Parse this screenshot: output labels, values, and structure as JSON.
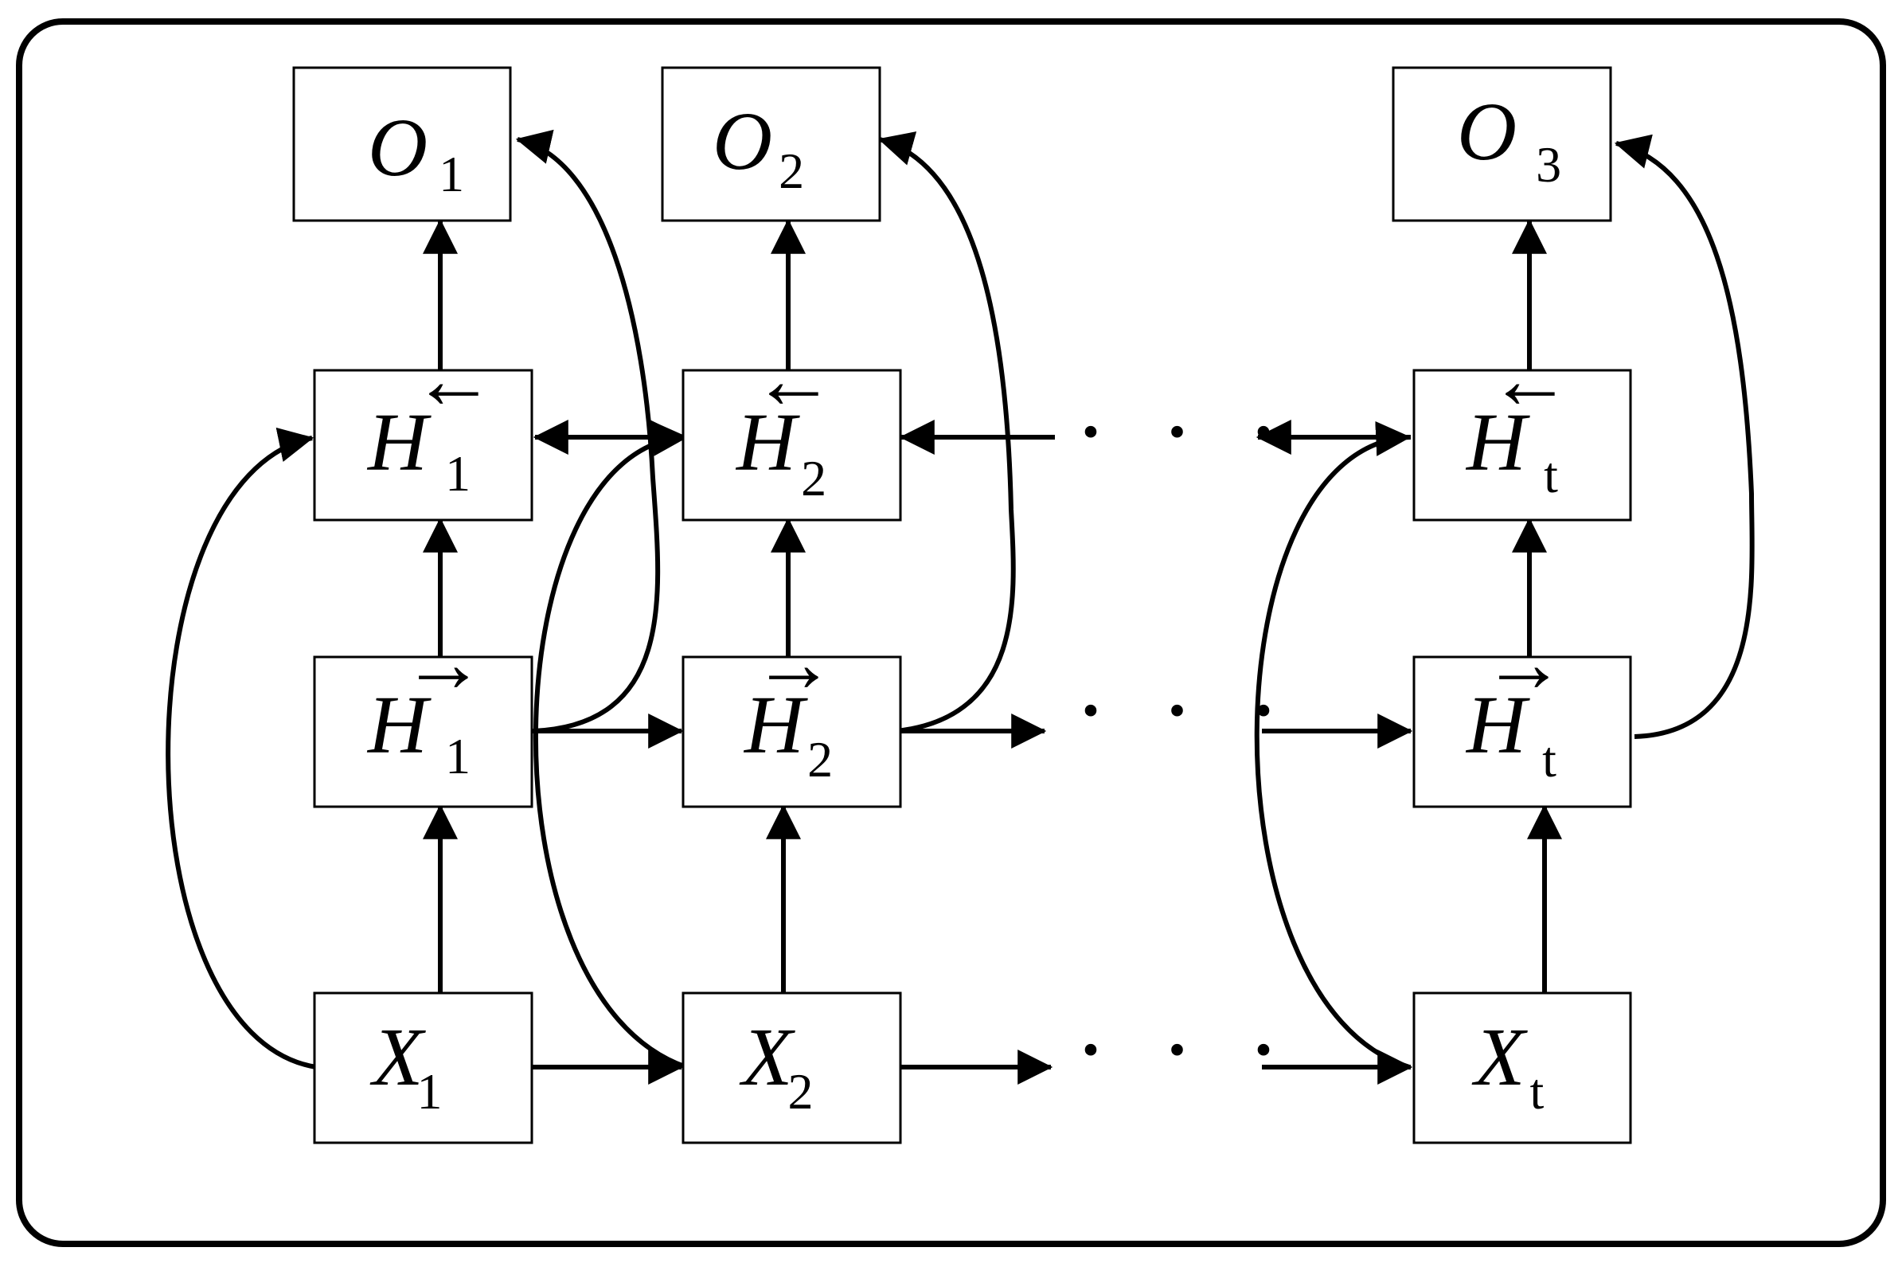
{
  "nodes": {
    "o1": {
      "var": "O",
      "sub": "1"
    },
    "o2": {
      "var": "O",
      "sub": "2"
    },
    "o3": {
      "var": "O",
      "sub": "3"
    },
    "hb1": {
      "var": "H",
      "sub": "1",
      "accent": "←"
    },
    "hb2": {
      "var": "H",
      "sub": "2",
      "accent": "←"
    },
    "hbt": {
      "var": "H",
      "sub": "t",
      "accent": "←"
    },
    "hf1": {
      "var": "H",
      "sub": "1",
      "accent": "→"
    },
    "hf2": {
      "var": "H",
      "sub": "2",
      "accent": "→"
    },
    "hft": {
      "var": "H",
      "sub": "t",
      "accent": "→"
    },
    "x1": {
      "var": "X",
      "sub": "1"
    },
    "x2": {
      "var": "X",
      "sub": "2"
    },
    "xt": {
      "var": "X",
      "sub": "t"
    }
  },
  "ellipsis": "· · ·"
}
